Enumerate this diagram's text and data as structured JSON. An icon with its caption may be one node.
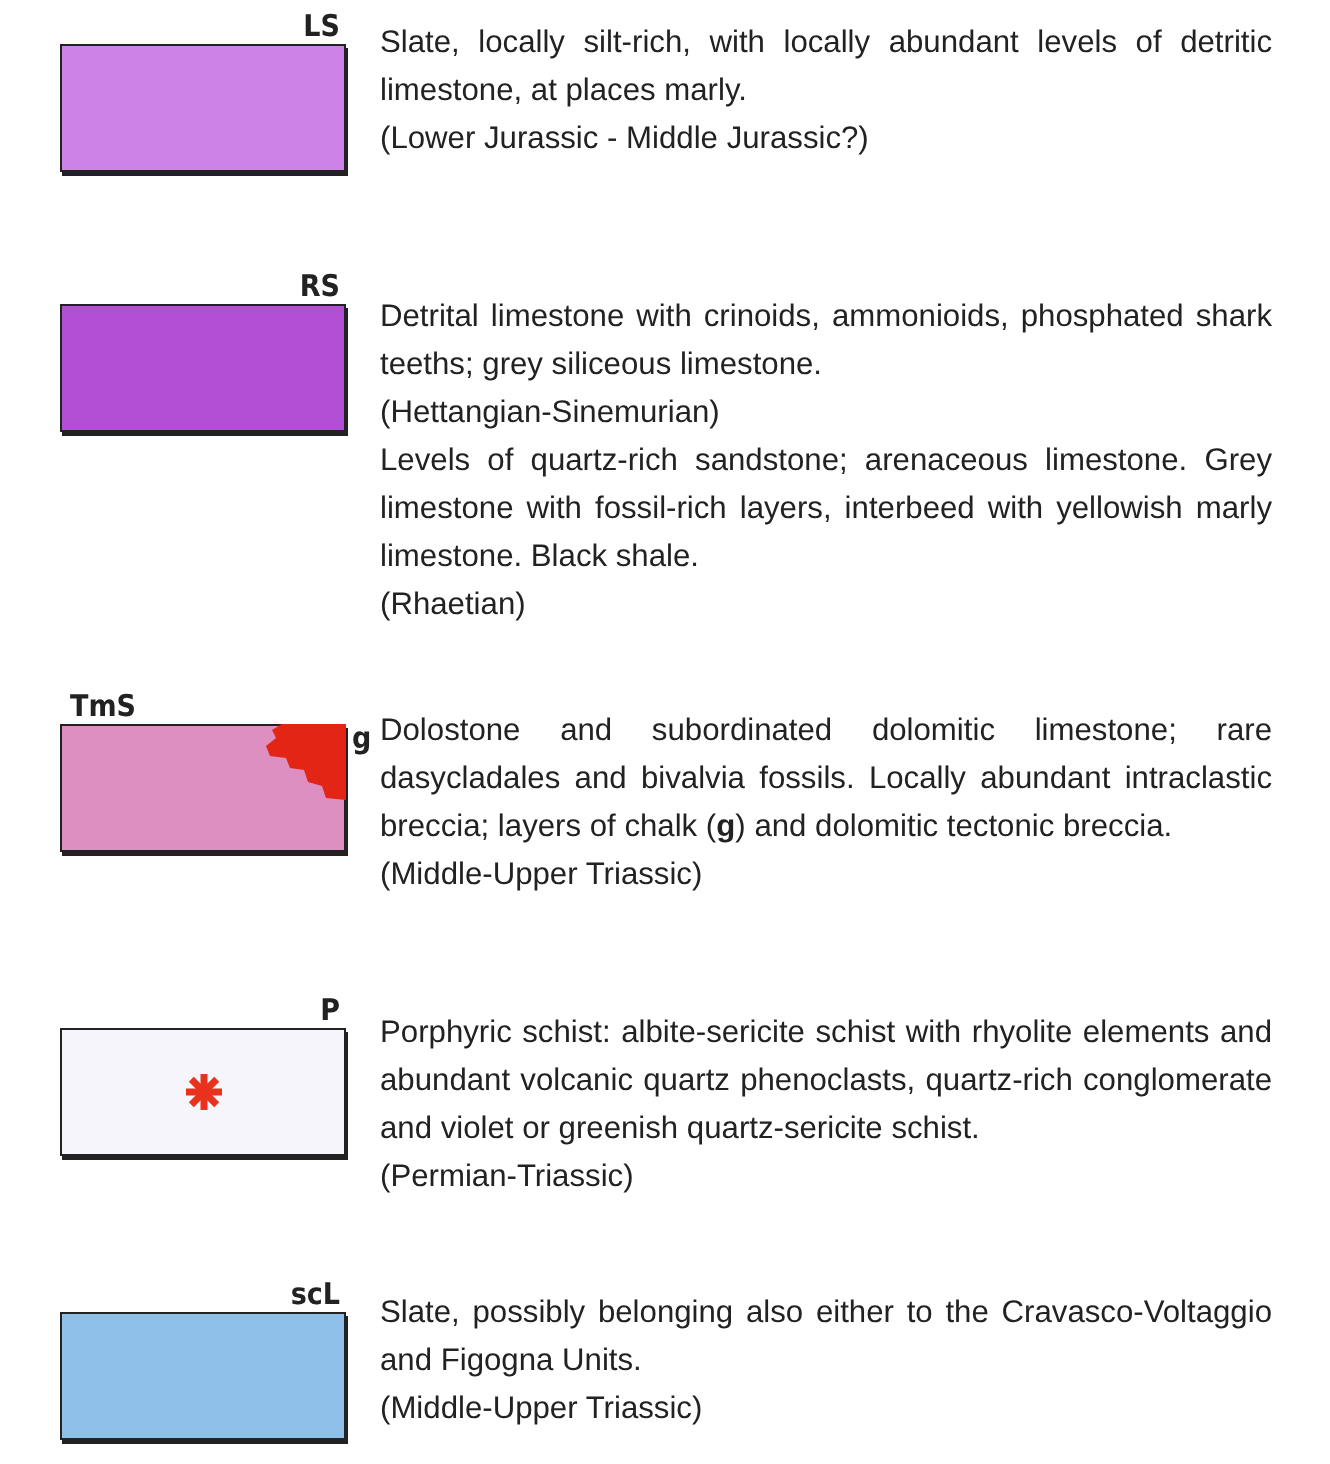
{
  "diagram": {
    "nodes": [
      {
        "text": [
          "LS"
        ],
        "beside": [
          "Slate, locally silt-rich, with locally abundant levels of detritic limestone, at places marly.",
          "(Lower Jurassic - Middle Jurassic?)"
        ]
      },
      {
        "text": [
          "RS"
        ],
        "beside": [
          "Detrital limestone with crinoids, ammonioids, phosphated shark teeths; grey siliceous limestone.",
          "(Hettangian-Sinemurian)",
          "Levels of quartz-rich sandstone; arenaceous limestone. Grey limestone with fossil-rich layers, interbeed with yellowish marly limestone. Black shale.",
          "(Rhaetian)"
        ]
      },
      {
        "text": [
          "TmS"
        ],
        "beside": [
          "Dolostone and subordinated dolomitic limestone; rare dasycladales and bivalvia fossils. Locally abundant intraclastic breccia; layers of chalk (**g**) and dolomitic tectonic breccia.",
          "(Middle-Upper Triassic)"
        ]
      },
      {
        "text": [
          "g"
        ],
        "in": 2
      },
      {
        "text": [
          "P"
        ],
        "beside": [
          "Porphyric schist: albite-sericite schist with rhyolite elements and abundant volcanic quartz phenoclasts, quartz-rich conglomerate and violet or greenish quartz-sericite schist.",
          "(Permian-Triassic)"
        ]
      },
      {
        "text": [
          "scL"
        ],
        "beside": [
          "Slate, possibly belonging also either to the Cravasco-Voltaggio and Figogna Units.",
          "(Middle-Upper Triassic)"
        ]
      }
    ],
    "edges": []
  }
}
